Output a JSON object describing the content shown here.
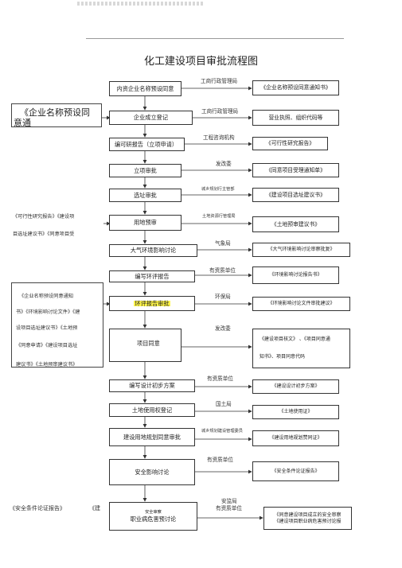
{
  "title": "化工建设项目审批流程图",
  "steps": [
    {
      "label": "内资企业名称预设同意",
      "note": "工商行政管理局",
      "result": "《企业名称预设同意通知书》"
    },
    {
      "label": "企业成立登记",
      "note": "工商行政管理局",
      "result": "营业执照、组织代码等"
    },
    {
      "label": "编可研报告（立项申请）",
      "note": "工程咨询机构",
      "result": "《可行性研究报告》"
    },
    {
      "label": "立项审批",
      "note": "发改委",
      "result": "《同意项目受理通知单》"
    },
    {
      "label": "选址审批",
      "note": "城乡规划行主管部",
      "result": "《建设项目选址建议书》"
    },
    {
      "label": "用地预审",
      "note": "土地资源行管理局",
      "result": "《土地预审建议书》"
    },
    {
      "label": "大气环境影响讨论",
      "note": "气象局",
      "result": "《大气环境影响讨论审察批复》"
    },
    {
      "label": "编写环评报告",
      "note": "有资质单位",
      "result": "《环境影响讨论报告书》"
    },
    {
      "label": "环评报告审批",
      "note": "环保局",
      "result": "《环境影响讨论文件审批建议》"
    },
    {
      "label": "项目同意",
      "note": "发改委",
      "result_lines": [
        "《建设项目核文》 、《项目同意通",
        "知书》、项目同意代码"
      ]
    },
    {
      "label": "编写设计初步方案",
      "note": "有资质单位",
      "result": "《建设设计初步方案》"
    },
    {
      "label": "土地使用权登记",
      "note": "国土局",
      "result": "《土地使用证》"
    },
    {
      "label": "建设用地规划同意审批",
      "note": "城乡规划建设管理委员",
      "result": "《建设用地规划赞同证》"
    },
    {
      "label": "安全影响讨论",
      "note": "有资质单位",
      "result": "《安全条件论证报告》"
    },
    {
      "label_lines": [
        "安全审察",
        "职业病危害预讨论"
      ],
      "note_lines": [
        "安监局",
        "有资质单位"
      ],
      "result_lines": [
        "《同意建设项目成立的安全审察",
        "《建设项目职业病危害预讨论报"
      ]
    }
  ],
  "side_notes": {
    "name_big": [
      "《企业名称预设同",
      "意通"
    ],
    "feasibility": [
      "《可行性研究报告》《建设项",
      "目选址建议书》《同意项目受"
    ],
    "eia_docs": [
      "《企业名称预设同意通知",
      "书》《环境影响讨论文件》《建",
      "设项目选址建议书》《土地预",
      "《同意申请》《建设项目选址",
      "建议书》《土地预审建议书》"
    ],
    "safety": [
      "《安全条件论证报告》",
      "《建"
    ]
  }
}
